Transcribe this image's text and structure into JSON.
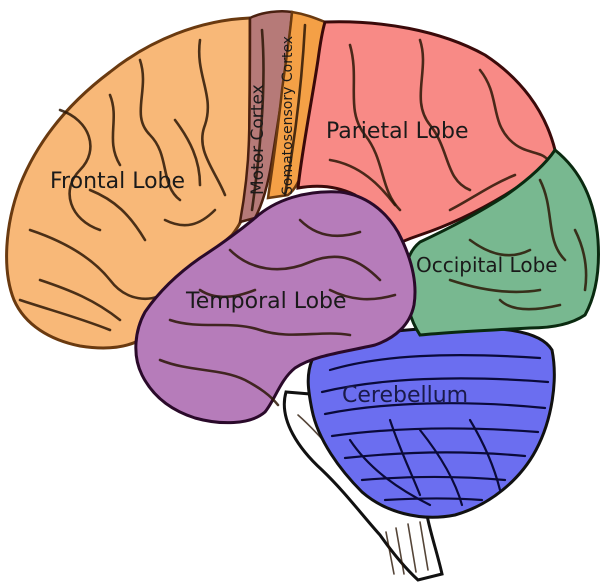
{
  "labels": {
    "frontal": "Frontal Lobe",
    "motor": "Motor Cortex",
    "somatosensory": "Somatosensory Cortex",
    "parietal": "Parietal Lobe",
    "temporal": "Temporal Lobe",
    "occipital": "Occipital Lobe",
    "cerebellum": "Cerebellum"
  },
  "colors": {
    "frontal": "#f8b878",
    "motor": "#b67a78",
    "somatosensory": "#f4a046",
    "parietal": "#f88a86",
    "temporal": "#b67cba",
    "occipital": "#78b890",
    "cerebellum": "#6b6ef0",
    "brainstem": "#ffffff"
  }
}
